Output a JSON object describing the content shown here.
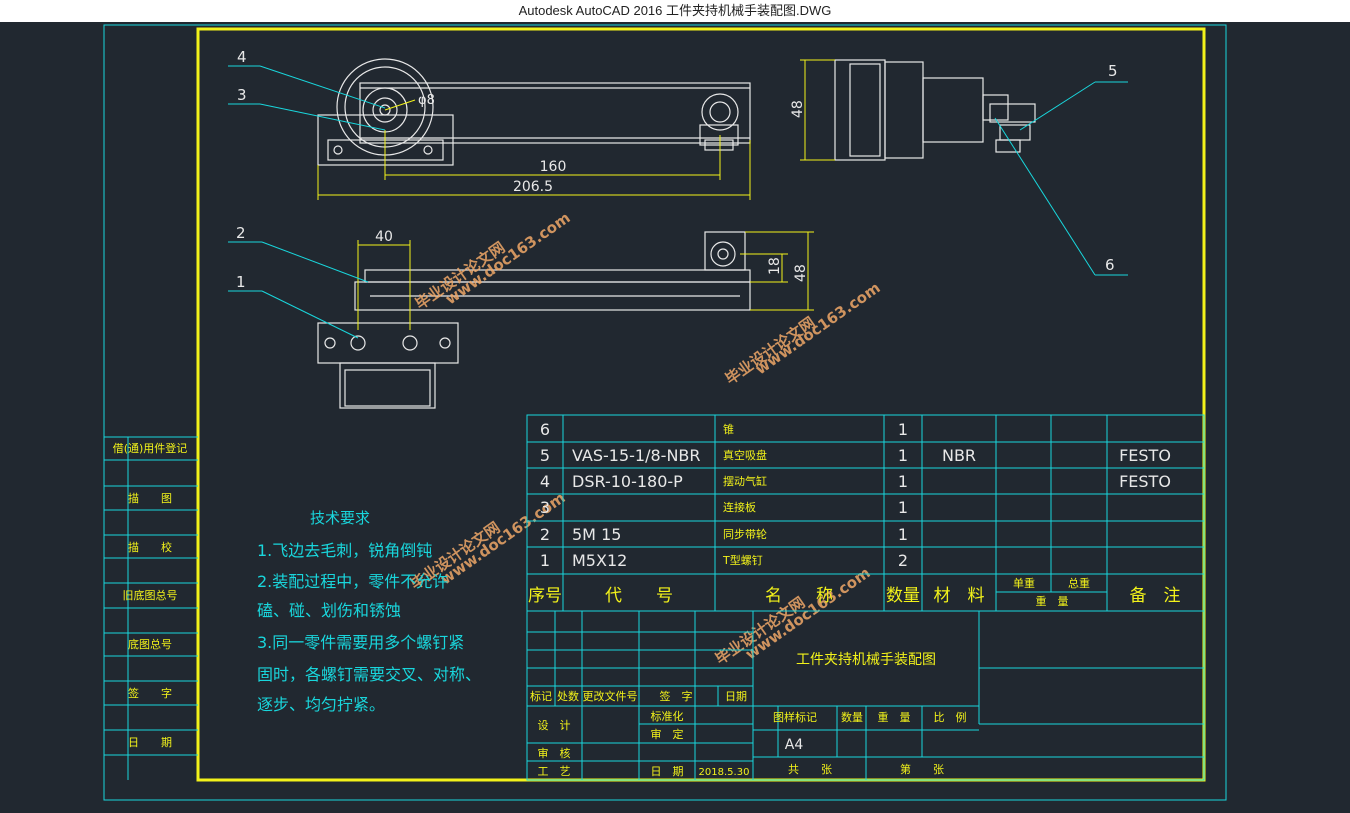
{
  "window": {
    "title": "Autodesk AutoCAD 2016    工件夹持机械手装配图.DWG"
  },
  "drawing": {
    "dimensions": {
      "d_phi8": "φ8",
      "d_160": "160",
      "d_206": "206.5",
      "d_40": "40",
      "d_18": "18",
      "d_48a": "48",
      "d_48b": "48"
    },
    "balloons": {
      "b1": "1",
      "b2": "2",
      "b3": "3",
      "b4": "4",
      "b5": "5",
      "b6": "6"
    },
    "watermarks": [
      "毕业设计论文网",
      "www.doc163.com"
    ]
  },
  "left_strip": [
    "借(通)用件登记",
    "描　　图",
    "描　　校",
    "旧底图总号",
    "底图总号",
    "签　　字",
    "日　　期"
  ],
  "tech_notes": {
    "title": "技术要求",
    "lines": [
      "1.飞边去毛刺，锐角倒钝",
      "2.装配过程中，零件不允许",
      "磕、碰、划伤和锈蚀",
      "3.同一零件需要用多个螺钉紧",
      "固时，各螺钉需要交叉、对称、",
      "逐步、均匀拧紧。"
    ]
  },
  "bom": {
    "rows": [
      {
        "no": "6",
        "code": "",
        "name": "锥",
        "qty": "1",
        "mat": "",
        "note": ""
      },
      {
        "no": "5",
        "code": "VAS-15-1/8-NBR",
        "name": "真空吸盘",
        "qty": "1",
        "mat": "NBR",
        "note": "FESTO"
      },
      {
        "no": "4",
        "code": "DSR-10-180-P",
        "name": "摆动气缸",
        "qty": "1",
        "mat": "",
        "note": "FESTO"
      },
      {
        "no": "3",
        "code": "",
        "name": "连接板",
        "qty": "1",
        "mat": "",
        "note": ""
      },
      {
        "no": "2",
        "code": "5M 15",
        "name": "同步带轮",
        "qty": "1",
        "mat": "",
        "note": ""
      },
      {
        "no": "1",
        "code": "M5X12",
        "name": "T型螺钉",
        "qty": "2",
        "mat": "",
        "note": ""
      }
    ],
    "header": {
      "no": "序号",
      "code": "代　　号",
      "name": "名　　称",
      "qty": "数量",
      "mat": "材　料",
      "single": "单重",
      "total": "总重",
      "weight": "重　量",
      "note": "备　注"
    }
  },
  "title_block": {
    "drawing_name": "工件夹持机械手装配图",
    "rev_headers": [
      "标记",
      "处数",
      "更改文件号",
      "签　字",
      "日期"
    ],
    "design": "设　计",
    "std": "标准化",
    "check": "审　核",
    "approve": "审　定",
    "process": "工　艺",
    "date_label": "日　期",
    "date": "2018.5.30",
    "stage_mark": "图样标记",
    "weight": "重　量",
    "scale": "比　例",
    "qty": "数量",
    "size": "A4",
    "sheets_total": "共　　张",
    "sheet_no": "第　　张"
  }
}
